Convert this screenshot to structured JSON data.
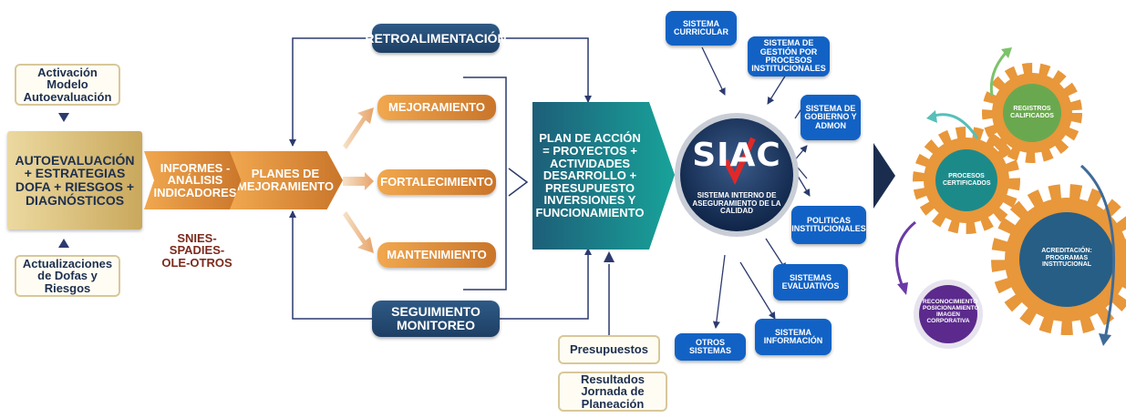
{
  "inputs": {
    "activacion": "Activación Modelo Autoevaluación",
    "actualizaciones": "Actualizaciones de Dofas y Riesgos"
  },
  "autoevaluacion": "AUTOEVALUACIÓN + ESTRATEGIAS DOFA + RIESGOS + DIAGNÓSTICOS",
  "informes": "INFORMES - ANÁLISIS INDICADORES",
  "snies": "SNIES-SPADIES-OLE-OTROS",
  "planes": "PLANES DE MEJORAMIENTO",
  "retroalimentacion": "RETROALIMENTACIÓN",
  "seguimiento": "SEGUIMIENTO MONITOREO",
  "branches": {
    "mejoramiento": "MEJORAMIENTO",
    "fortalecimiento": "FORTALECIMIENTO",
    "mantenimiento": "MANTENIMIENTO"
  },
  "plan_accion": "PLAN DE ACCIÓN = PROYECTOS + ACTIVIDADES DESARROLLO + PRESUPUESTO INVERSIONES Y FUNCIONAMIENTO",
  "presupuestos": "Presupuestos",
  "resultados": "Resultados Jornada de Planeación",
  "siac": {
    "logo": "SIAC",
    "name": "SISTEMA INTERNO DE ASEGURAMIENTO DE LA CALIDAD"
  },
  "systems": {
    "curricular": "SISTEMA CURRICULAR",
    "gestion": "SISTEMA DE GESTIÓN POR PROCESOS INSTITUCIONALES",
    "gobierno": "SISTEMA DE GOBIERNO Y ADMON",
    "politicas": "POLITICAS INSTITUCIONALES",
    "evaluativos": "SISTEMAS EVALUATIVOS",
    "informacion": "SISTEMA INFORMACIÓN",
    "otros": "OTROS SISTEMAS"
  },
  "gears": {
    "registros": "REGISTROS CALIFICADOS",
    "procesos": "PROCESOS CERTIFICADOS",
    "acreditacion": "ACREDITACIÓN: PROGRAMAS INSTITUCIONAL",
    "reconocimiento": "RECONOCIMIENTO POSICIONAMIENTO IMAGEN CORPORATIVA"
  },
  "colors": {
    "navy": "#1e3f64",
    "orange": "#d4843a",
    "gold": "#d8bd78",
    "teal": "#1d8a8a",
    "blue": "#1262c5",
    "gear": "#e8973a",
    "green": "#6aa84f",
    "purple": "#5b2a8c"
  }
}
